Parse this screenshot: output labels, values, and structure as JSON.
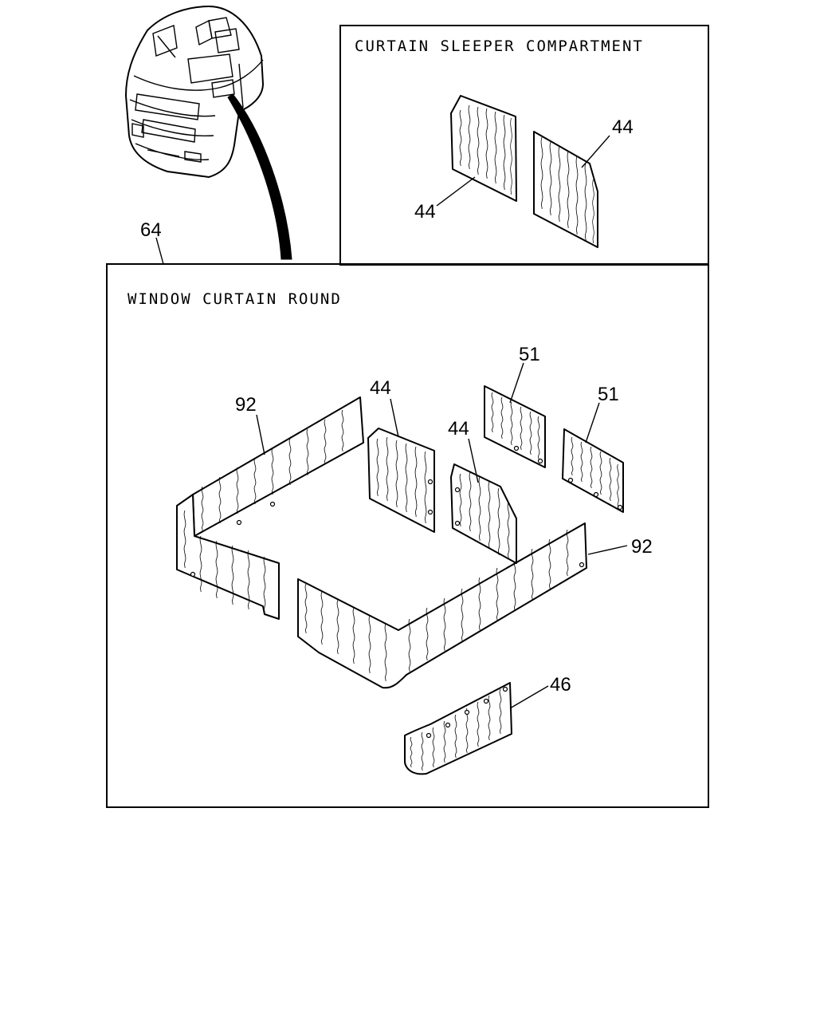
{
  "boxes": {
    "sleeper_title": "CURTAIN SLEEPER COMPARTMENT",
    "round_title": "WINDOW CURTAIN ROUND"
  },
  "callouts": {
    "sleeper_left": "44",
    "sleeper_right": "44",
    "main_assembly": "64",
    "round_back_band": "92",
    "round_front_band": "92",
    "round_side_a": "44",
    "round_side_b": "44",
    "round_small_a": "51",
    "round_small_b": "51",
    "round_lower_strip": "46"
  },
  "icons": {
    "cab": "truck-cab-icon",
    "pointer": "leader-arrow-icon"
  }
}
